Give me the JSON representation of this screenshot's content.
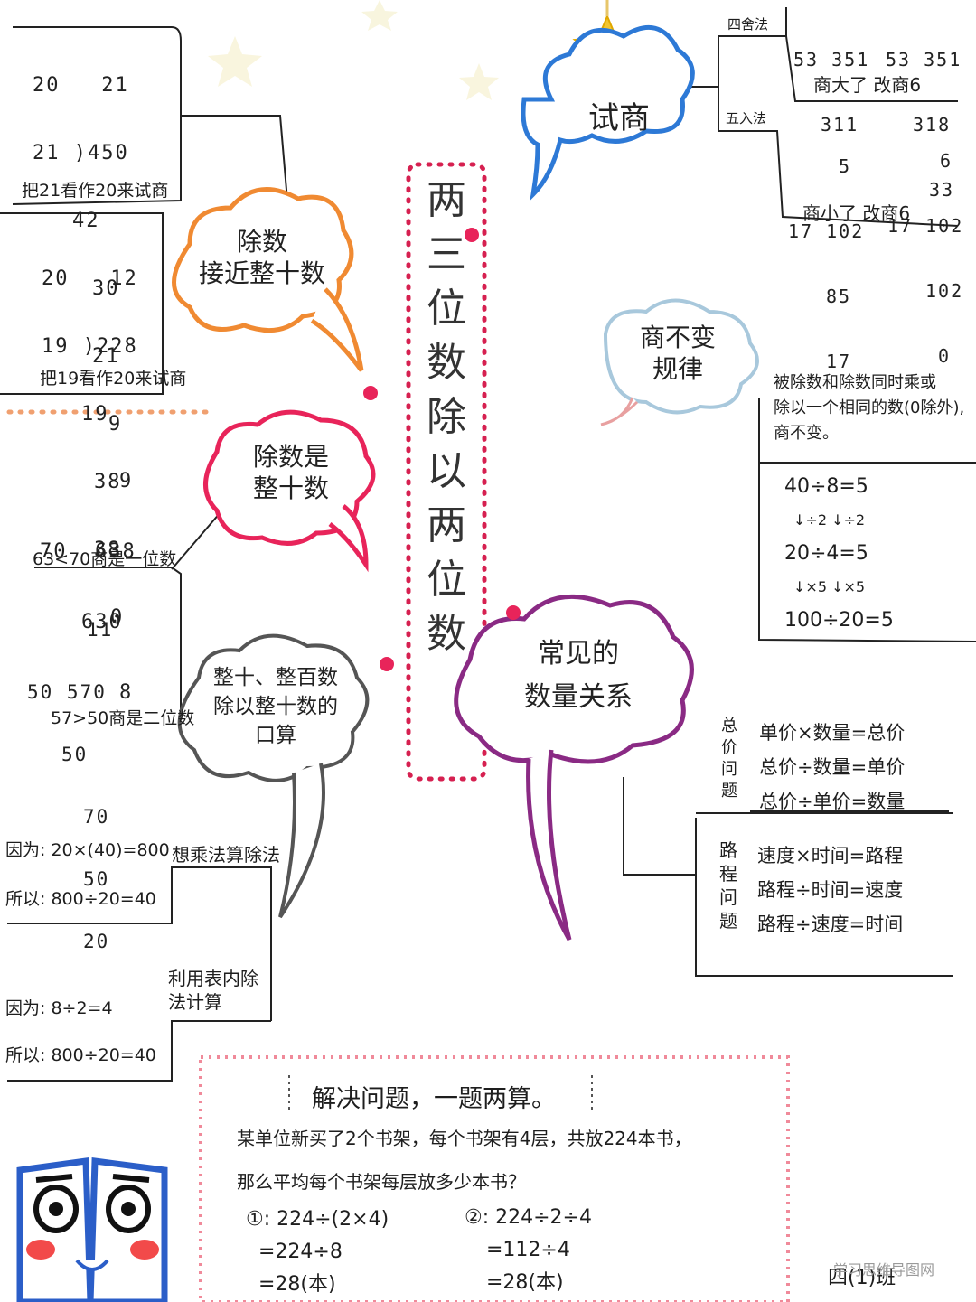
{
  "center_title_chars": [
    "两",
    "三",
    "位",
    "数",
    "除",
    "以",
    "两",
    "位",
    "数"
  ],
  "shishang": {
    "label": "试商",
    "sishe_tag": "四舍法",
    "sishe_calc_left": [
      "53 351",
      "311"
    ],
    "sishe_calc_right": [
      "53 351",
      "318",
      "33"
    ],
    "sishe_note": "商大了  改商6",
    "wuru_tag": "五入法",
    "wuru_calc_left": [
      "5",
      "17 102",
      "85",
      "17"
    ],
    "wuru_calc_right": [
      "6",
      "17 102",
      "102",
      "0"
    ],
    "wuru_note": "商小了  改商6"
  },
  "close_to_tens": {
    "label_line1": "除数",
    "label_line2": "接近整十数",
    "ex1": [
      "20   21",
      "21 )450",
      "42",
      "30",
      "21",
      "9"
    ],
    "ex1_note": "把21看作20来试商",
    "ex2": [
      "20   12",
      "19 )228",
      "19",
      "38",
      "38",
      "0"
    ],
    "ex2_note": "把19看作20来试商"
  },
  "whole_tens": {
    "label_line1": "除数是",
    "label_line2": "整十数",
    "ex1": [
      "9",
      "70  638",
      "630",
      "8"
    ],
    "ex1_note": "63<70商是一位数",
    "ex2": [
      "11",
      "50 570",
      "50",
      "70",
      "50",
      "20"
    ],
    "ex2_note": "57>50商是二位数"
  },
  "oral_calc": {
    "label_line1": "整十、整百数",
    "label_line2": "除以整十数的",
    "label_line3": "口算",
    "method1": "想乘法算除法",
    "method1_lines": [
      "因为: 20×(40)=800",
      "所以: 800÷20=40"
    ],
    "method2": "利用表内除法计算",
    "method2_lines": [
      "因为: 8÷2=4",
      "所以: 800÷20=40"
    ]
  },
  "invariance": {
    "label_line1": "商不变",
    "label_line2": "规律",
    "rule_lines": [
      "被除数和除数同时乘或",
      "除以一个相同的数(0除外),",
      "商不变。"
    ],
    "eq1": "40÷8=5",
    "arrow1": "↓÷2  ↓÷2",
    "eq2": "20÷4=5",
    "arrow2": "↓×5  ↓×5",
    "eq3": "100÷20=5"
  },
  "quantity": {
    "label_line1": "常见的",
    "label_line2": "数量关系",
    "price_tag": "总价问题",
    "price_lines": [
      "单价×数量=总价",
      "总价÷数量=单价",
      "总价÷单价=数量"
    ],
    "road_tag": "路程问题",
    "road_lines": [
      "速度×时间=路程",
      "路程÷时间=速度",
      "路程÷速度=时间"
    ]
  },
  "problem": {
    "title": "解决问题，一题两算。",
    "q1": "某单位新买了2个书架，每个书架有4层，共放224本书，",
    "q2": "那么平均每个书架每层放多少本书？",
    "s1": [
      "①: 224÷(2×4)",
      "=224÷8",
      "=28(本)"
    ],
    "s2": [
      "②: 224÷2÷4",
      "=112÷4",
      "=28(本)"
    ]
  },
  "class_tag": "四(1)班",
  "watermark": "学习思维导图网"
}
